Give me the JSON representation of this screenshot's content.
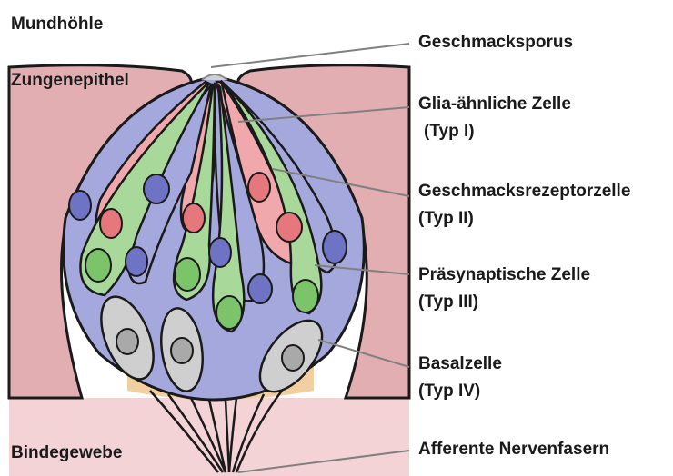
{
  "labels": {
    "mundhoehle": "Mundhöhle",
    "zungenepithel": "Zungenepithel",
    "bindegewebe": "Bindegewebe",
    "geschmacksporus": "Geschmacksporus",
    "glia_line1": "Glia-ähnliche Zelle",
    "glia_line2": "(Typ I)",
    "rezeptor_line1": "Geschmacksrezeptorzelle",
    "rezeptor_line2": "(Typ II)",
    "praesyn_line1": "Präsynaptische Zelle",
    "praesyn_line2": "(Typ III)",
    "basal_line1": "Basalzelle",
    "basal_line2": "(Typ IV)",
    "afferent": "Afferente Nervenfasern"
  },
  "colors": {
    "epithel": "#e3aeb2",
    "bindegewebe": "#f4d3d6",
    "glia": "#a4a8dc",
    "glia_nucleus": "#6e73c4",
    "rezeptor": "#f0a8ac",
    "rezeptor_nucleus": "#e5777d",
    "praesyn": "#a8d99a",
    "praesyn_nucleus": "#7cc46a",
    "basal": "#cfcfcf",
    "basal_nucleus": "#a9a9a9",
    "bud_base": "#f2cfa0"
  }
}
